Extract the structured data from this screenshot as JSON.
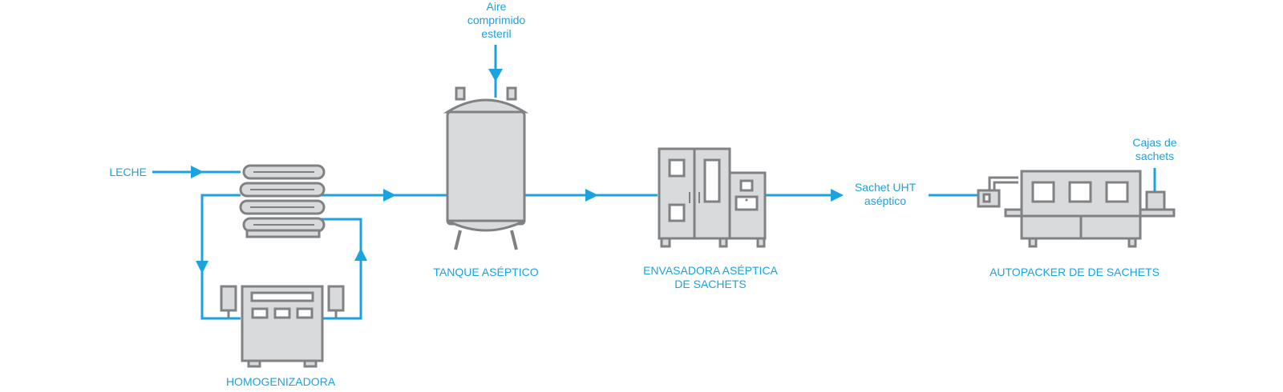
{
  "colors": {
    "flow": "#1aa3e0",
    "equipment_fill": "#d9dadb",
    "equipment_stroke": "#808184"
  },
  "labels": {
    "leche": "LECHE",
    "aire_line1": "Aire",
    "aire_line2": "comprimido",
    "aire_line3": "esteril",
    "tanque": "TANQUE ASÉPTICO",
    "homogenizadora": "HOMOGENIZADORA",
    "envasadora_line1": "ENVASADORA ASÉPTICA",
    "envasadora_line2": "DE SACHETS",
    "sachet_line1": "Sachet UHT",
    "sachet_line2": "aséptico",
    "autopacker": "AUTOPACKER DE DE SACHETS",
    "cajas_line1": "Cajas de",
    "cajas_line2": "sachets"
  }
}
